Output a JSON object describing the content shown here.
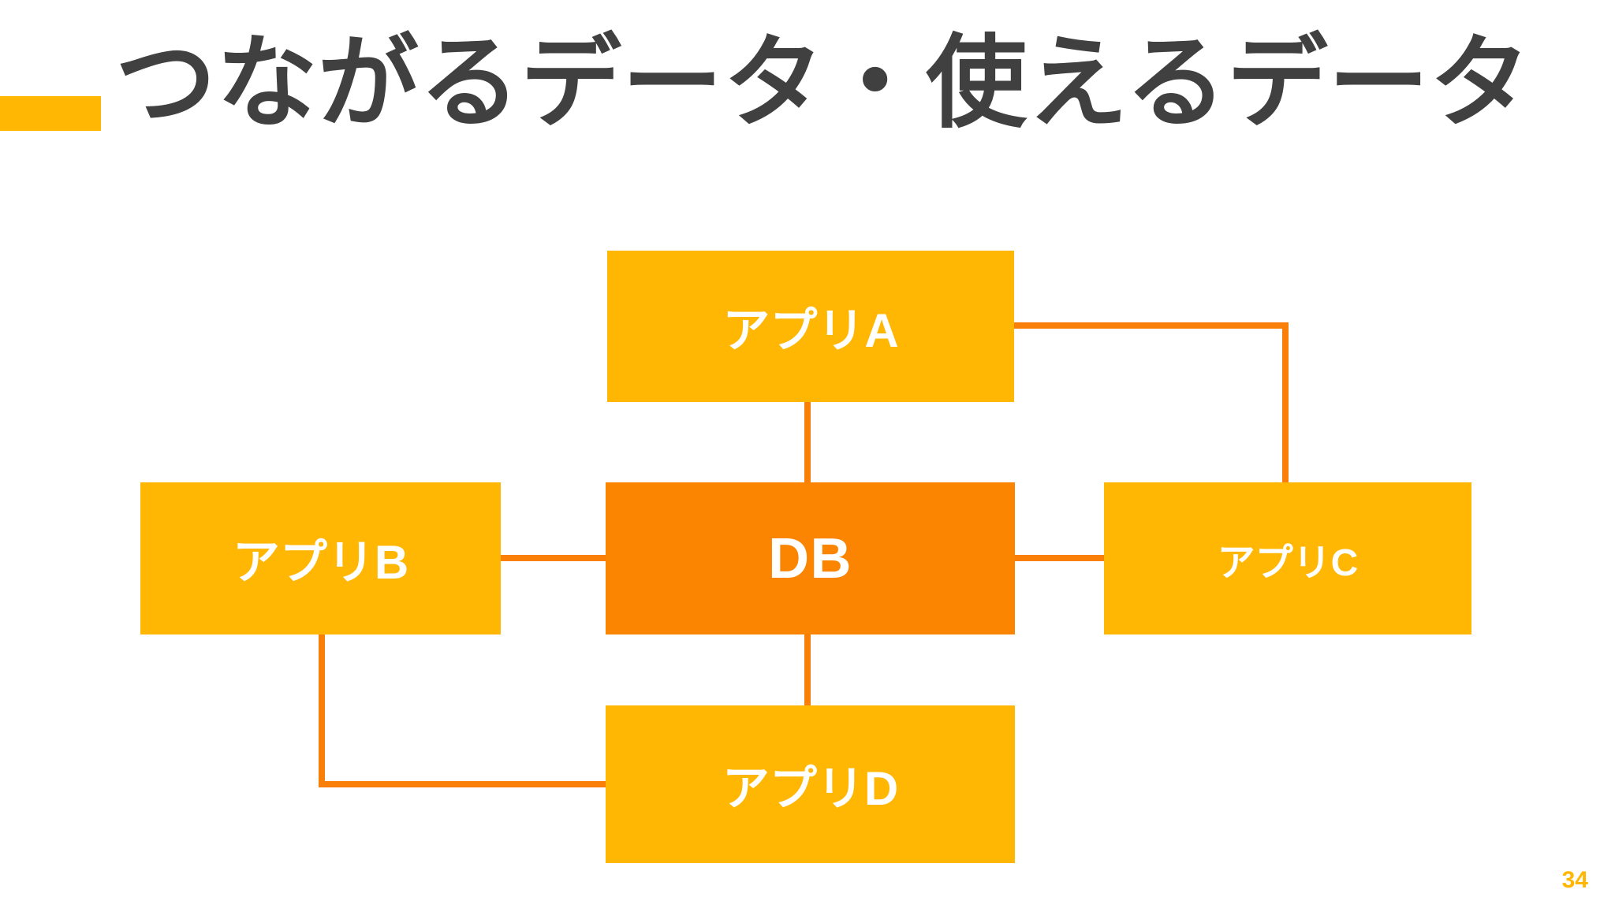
{
  "slide": {
    "title": "つながるデータ・使えるデータ",
    "page_number": "34",
    "background_color": "#FFFFFF",
    "title_color": "#404040",
    "accent_color": "#FFB703",
    "db_color": "#FB8500",
    "connector_color": "#F97F08",
    "page_number_color": "#FFB703"
  },
  "diagram": {
    "type": "hub-and-spoke",
    "nodes": [
      {
        "id": "app-a",
        "label": "アプリA",
        "role": "application"
      },
      {
        "id": "app-b",
        "label": "アプリB",
        "role": "application"
      },
      {
        "id": "db",
        "label": "DB",
        "role": "database"
      },
      {
        "id": "app-c",
        "label": "アプリC",
        "role": "application"
      },
      {
        "id": "app-d",
        "label": "アプリD",
        "role": "application"
      }
    ],
    "edges": [
      {
        "from": "app-a",
        "to": "db"
      },
      {
        "from": "app-b",
        "to": "db"
      },
      {
        "from": "db",
        "to": "app-c"
      },
      {
        "from": "db",
        "to": "app-d"
      },
      {
        "from": "app-a",
        "to": "app-c"
      },
      {
        "from": "app-b",
        "to": "app-d"
      }
    ]
  }
}
